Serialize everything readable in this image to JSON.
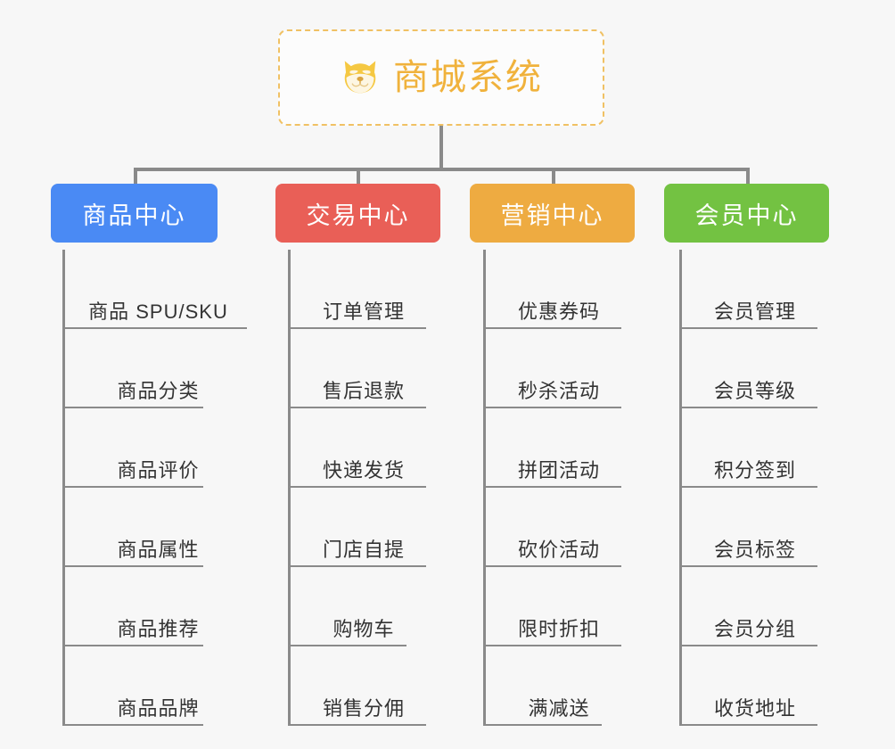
{
  "diagram": {
    "title": "商城系统",
    "root_icon": "shiba-dog-face-icon",
    "canvas_color": "#f7f7f7",
    "root_border_color": "#f0c164",
    "root_text_color": "#f0b23c",
    "connector_color": "#8a8a8a",
    "branches": [
      {
        "name": "商品中心",
        "color": "#4a8af4",
        "items": [
          "商品 SPU/SKU",
          "商品分类",
          "商品评价",
          "商品属性",
          "商品推荐",
          "商品品牌"
        ]
      },
      {
        "name": "交易中心",
        "color": "#e95f57",
        "items": [
          "订单管理",
          "售后退款",
          "快递发货",
          "门店自提",
          "购物车",
          "销售分佣"
        ]
      },
      {
        "name": "营销中心",
        "color": "#eeab41",
        "items": [
          "优惠券码",
          "秒杀活动",
          "拼团活动",
          "砍价活动",
          "限时折扣",
          "满减送"
        ]
      },
      {
        "name": "会员中心",
        "color": "#73c242",
        "items": [
          "会员管理",
          "会员等级",
          "积分签到",
          "会员标签",
          "会员分组",
          "收货地址"
        ]
      }
    ]
  }
}
